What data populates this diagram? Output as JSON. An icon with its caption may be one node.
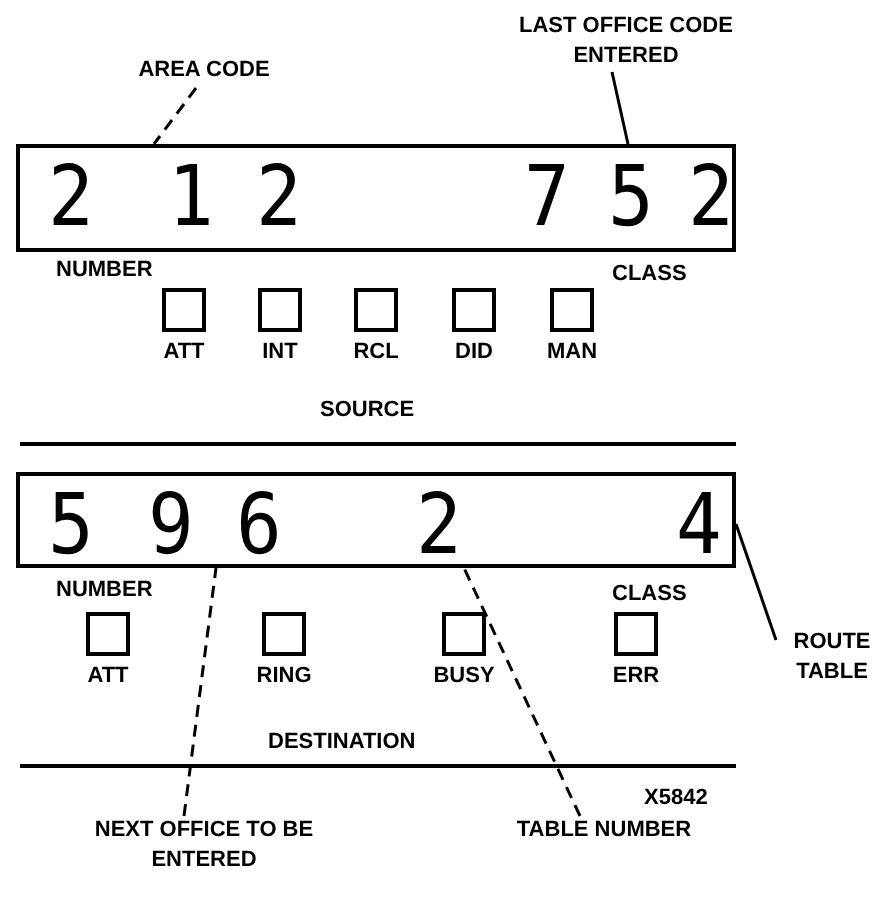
{
  "diagram": {
    "nodes": [
      {
        "text": [
          "AREA CODE"
        ]
      },
      {
        "text": [
          "LAST OFFICE CODE ENTERED"
        ]
      },
      {
        "text": [
          "2",
          "1",
          "2",
          "7",
          "5",
          "2"
        ]
      },
      {
        "text": [
          "ATT"
        ]
      },
      {
        "text": [
          "INT"
        ]
      },
      {
        "text": [
          "RCL"
        ]
      },
      {
        "text": [
          "DID"
        ]
      },
      {
        "text": [
          "MAN"
        ]
      },
      {
        "text": [
          "5",
          "9",
          "6",
          "2",
          "4"
        ]
      },
      {
        "text": [
          "ATT"
        ]
      },
      {
        "text": [
          "RING"
        ]
      },
      {
        "text": [
          "BUSY"
        ]
      },
      {
        "text": [
          "ERR"
        ]
      },
      {
        "text": [
          "ROUTE TABLE"
        ]
      },
      {
        "text": [
          "NEXT OFFICE TO BE ENTERED"
        ]
      },
      {
        "text": [
          "TABLE NUMBER"
        ]
      }
    ],
    "edges": [
      {
        "from": 0,
        "to": 2,
        "arrow": "none",
        "style": "dashed"
      },
      {
        "from": 1,
        "to": 2,
        "arrow": "none"
      },
      {
        "from": 13,
        "to": 8,
        "arrow": "none"
      },
      {
        "from": 14,
        "to": 8,
        "arrow": "none",
        "style": "dashed"
      },
      {
        "from": 15,
        "to": 8,
        "arrow": "none",
        "style": "dashed"
      }
    ],
    "labels": [
      "NUMBER",
      "CLASS",
      "SOURCE",
      "NUMBER",
      "CLASS",
      "DESTINATION",
      "X5842"
    ]
  }
}
